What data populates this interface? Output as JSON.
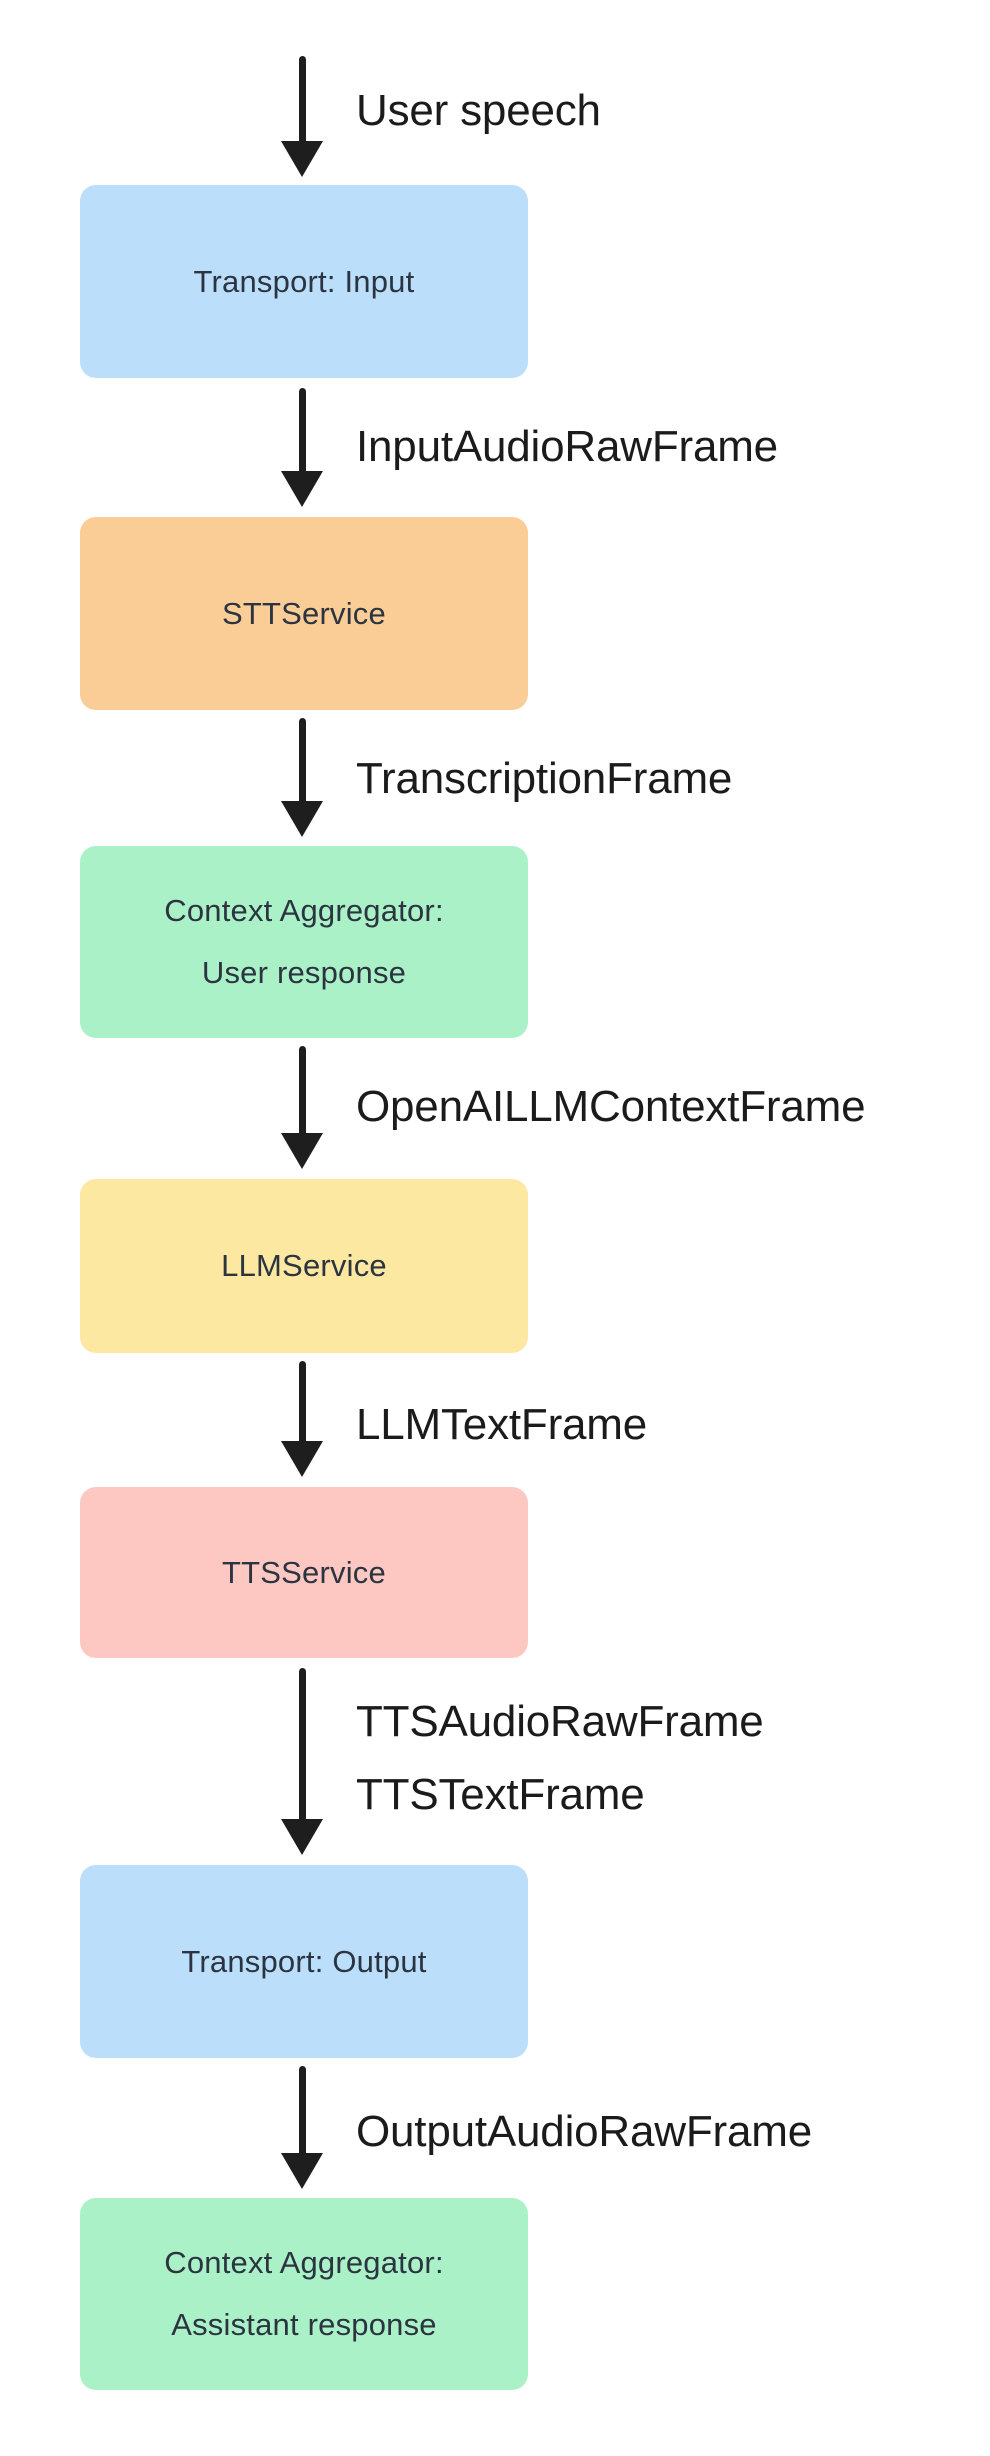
{
  "diagram": {
    "description": "Voice pipeline flowchart",
    "background": "#ffffff",
    "arrow_color": "#1e1e1e",
    "node_label_color": "#2b3440",
    "edge_label_color": "#1b1b1b",
    "nodes": [
      {
        "id": "transport-input",
        "label": "Transport: Input",
        "color": "#BBDFFA"
      },
      {
        "id": "stt-service",
        "label": "STTService",
        "color": "#FACD96"
      },
      {
        "id": "context-aggregator-user",
        "label": "Context Aggregator:\nUser response",
        "color": "#ABF1C7"
      },
      {
        "id": "llm-service",
        "label": "LLMService",
        "color": "#FCE8A1"
      },
      {
        "id": "tts-service",
        "label": "TTSService",
        "color": "#FDC8C2"
      },
      {
        "id": "transport-output",
        "label": "Transport: Output",
        "color": "#BBDFFA"
      },
      {
        "id": "context-aggregator-assistant",
        "label": "Context Aggregator:\nAssistant response",
        "color": "#ABF1C7"
      }
    ],
    "edges": [
      {
        "from": "",
        "to": "transport-input",
        "label": "User speech"
      },
      {
        "from": "transport-input",
        "to": "stt-service",
        "label": "InputAudioRawFrame"
      },
      {
        "from": "stt-service",
        "to": "context-aggregator-user",
        "label": "TranscriptionFrame"
      },
      {
        "from": "context-aggregator-user",
        "to": "llm-service",
        "label": "OpenAILLMContextFrame"
      },
      {
        "from": "llm-service",
        "to": "tts-service",
        "label": "LLMTextFrame"
      },
      {
        "from": "tts-service",
        "to": "transport-output",
        "label": "TTSAudioRawFrame\nTTSTextFrame"
      },
      {
        "from": "transport-output",
        "to": "context-aggregator-assistant",
        "label": "OutputAudioRawFrame"
      }
    ]
  }
}
